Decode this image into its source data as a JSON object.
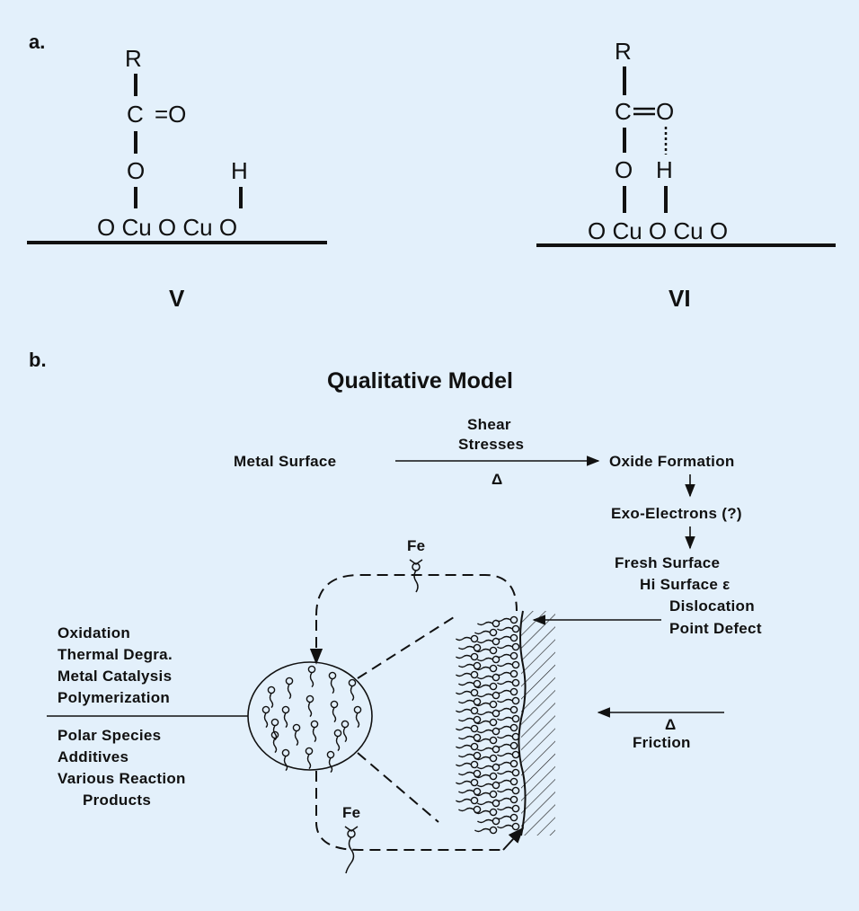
{
  "panel_a": {
    "label": "a.",
    "structure_v": {
      "r": "R",
      "carbon": "C",
      "double_bond_o": "=O",
      "ester_o": "O",
      "hydroxyl_h": "H",
      "surface_row": "O Cu O Cu O",
      "caption": "V"
    },
    "structure_vi": {
      "r": "R",
      "carbon": "C",
      "double_bond_o": "O",
      "ester_o": "O",
      "hydroxyl_h": "H",
      "surface_row": "O Cu O Cu O",
      "caption": "VI"
    }
  },
  "panel_b": {
    "label": "b.",
    "title": "Qualitative Model",
    "metal_surface": "Metal Surface",
    "shear_1": "Shear",
    "shear_2": "Stresses",
    "delta_top": "Δ",
    "oxide_formation": "Oxide Formation",
    "exo_electrons": "Exo-Electrons (?)",
    "fresh_surface": "Fresh Surface",
    "hi_surface": "Hi Surface ε",
    "dislocation": "Dislocation",
    "point_defect": "Point Defect",
    "fe_top": "Fe",
    "fe_bottom": "Fe",
    "left_top": [
      "Oxidation",
      "Thermal Degra.",
      "Metal Catalysis",
      "Polymerization"
    ],
    "left_bottom": [
      "Polar Species",
      "Additives",
      "Various Reaction",
      "Products"
    ],
    "delta_friction": "Δ",
    "friction": "Friction"
  }
}
